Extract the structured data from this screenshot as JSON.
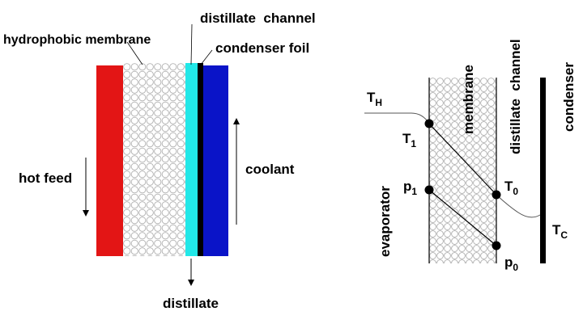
{
  "left_diagram": {
    "labels": {
      "distillate_channel": "distillate  channel",
      "hydrophobic_membrane": "hydrophobic membrane",
      "condenser_foil": "condenser foil",
      "hot_feed": "hot feed",
      "coolant": "coolant",
      "distillate": "distillate"
    },
    "colors": {
      "hot_feed": "#e31515",
      "distillate_channel": "#22e8e8",
      "condenser_foil": "#000000",
      "coolant": "#0a14c8",
      "membrane_circles": "#b8b8b8"
    }
  },
  "right_diagram": {
    "labels": {
      "membrane": "membrane",
      "distillate_channel": "distillate  channel",
      "condenser": "condenser",
      "evaporator": "evaporator"
    },
    "points": {
      "TH": {
        "base": "T",
        "sub": "H"
      },
      "T1": {
        "base": "T",
        "sub": "1"
      },
      "T0": {
        "base": "T",
        "sub": "0"
      },
      "p1": {
        "base": "p",
        "sub": "1"
      },
      "p0": {
        "base": "p",
        "sub": "0"
      },
      "TC": {
        "base": "T",
        "sub": "C"
      }
    }
  }
}
